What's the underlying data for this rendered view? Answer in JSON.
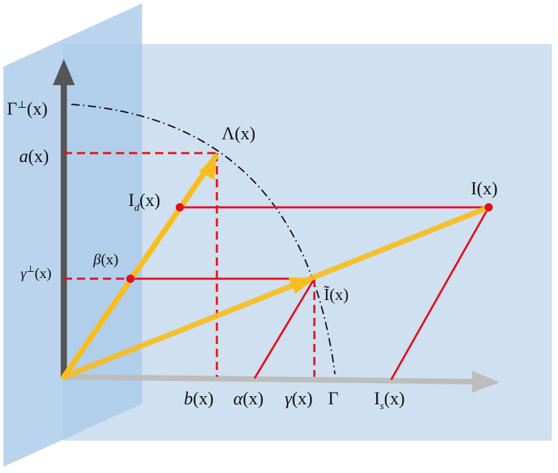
{
  "colors": {
    "back_plane": "#cfe0f0",
    "side_plane": "#a9c9e8",
    "y_axis": "#555555",
    "x_axis": "#bdbdbd",
    "vector": "#f9bd1e",
    "red": "#e0101c",
    "arc": "#111111"
  },
  "labels": {
    "gamma_perp_big": {
      "main": "Γ",
      "sup": "⊥",
      "rest": "(x)"
    },
    "a": {
      "main": "a",
      "rest": "(x)"
    },
    "lambda": {
      "main": "Λ(x)"
    },
    "Id": {
      "main": "I",
      "sub": "d",
      "rest": "(x)"
    },
    "I": {
      "main": "I(x)"
    },
    "beta": {
      "main": "β",
      "rest": "(x)"
    },
    "gamma_perp_small": {
      "main": "γ",
      "sup": "⊥",
      "rest": "(x)"
    },
    "I_tilde": {
      "main": "Ĩ(x)"
    },
    "b": {
      "main": "b",
      "rest": "(x)"
    },
    "alpha": {
      "main": "α",
      "rest": "(x)"
    },
    "gamma": {
      "main": "γ",
      "rest": "(x)"
    },
    "Gamma": {
      "main": "Γ"
    },
    "Is": {
      "main": "I",
      "sub": "s",
      "rest": "(x)"
    }
  }
}
